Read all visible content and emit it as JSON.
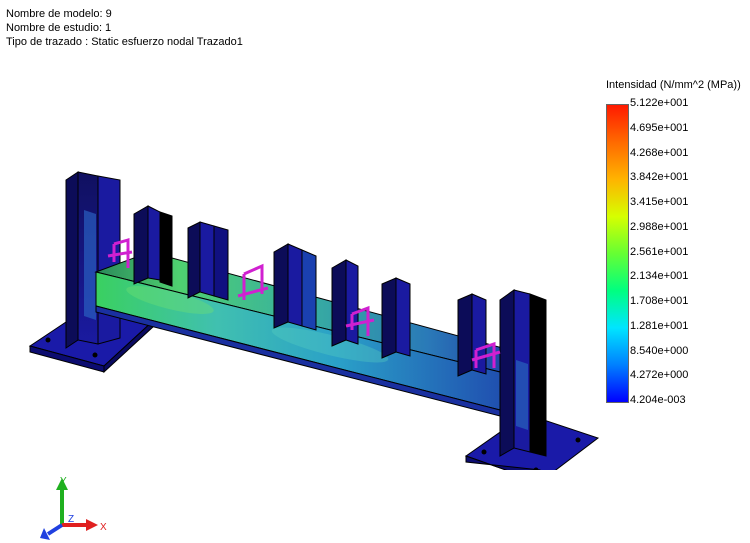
{
  "study_info": {
    "model_name": "Nombre de modelo: 9",
    "study_name": "Nombre de estudio: 1",
    "plot_type": "Tipo de trazado : Static esfuerzo nodal Trazado1"
  },
  "legend": {
    "title": "Intensidad (N/mm^2 (MPa))",
    "ticks": [
      "5.122e+001",
      "4.695e+001",
      "4.268e+001",
      "3.842e+001",
      "3.415e+001",
      "2.988e+001",
      "2.561e+001",
      "2.134e+001",
      "1.708e+001",
      "1.281e+001",
      "8.540e+000",
      "4.272e+000",
      "4.204e-003"
    ],
    "colors": [
      "#ff1a00",
      "#ff6a00",
      "#ffb300",
      "#d6ff00",
      "#66ff33",
      "#00ff80",
      "#00e5ff",
      "#0080ff",
      "#0000ff"
    ]
  },
  "triad": {
    "x_label": "X",
    "y_label": "Y",
    "z_label": "Z"
  },
  "colors": {
    "low_stress": "#1a1aa8",
    "mid_stress": "#3cc8a8",
    "fixture": "#d020d0"
  }
}
